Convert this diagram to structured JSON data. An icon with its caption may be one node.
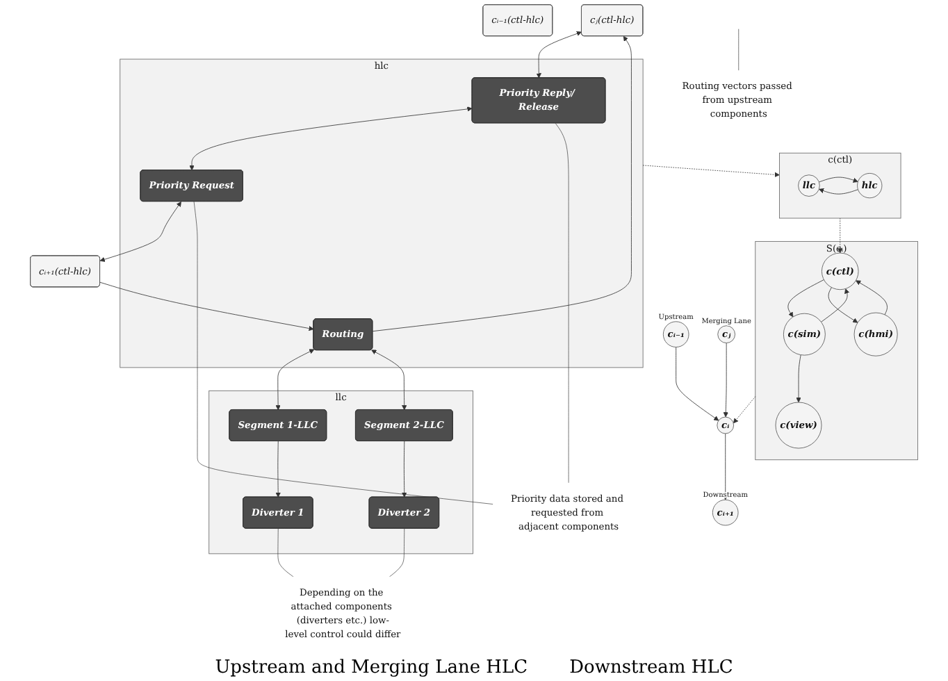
{
  "diagram": {
    "nodes": [
      {
        "text": [
          "c(ctl)"
        ]
      },
      {
        "text": [
          "llc"
        ],
        "in": 0
      },
      {
        "text": [
          "hlc"
        ],
        "in": 0
      },
      {
        "text": [
          "S(cᵢ)"
        ]
      },
      {
        "text": [
          "c(sim)"
        ],
        "in": 3
      },
      {
        "text": [
          "c(ctl)"
        ],
        "in": 3
      },
      {
        "text": [
          "c(view)"
        ],
        "in": 3
      },
      {
        "text": [
          "c(hmi)"
        ],
        "in": 3
      },
      {
        "text": [
          "cᵢ₋₁"
        ],
        "beside": [
          "Upstream"
        ]
      },
      {
        "text": [
          "cᵢ"
        ]
      },
      {
        "text": [
          "cᵢ₊₁"
        ],
        "beside": [
          "Downstream"
        ]
      },
      {
        "text": [
          "cⱼ"
        ],
        "beside": [
          "Merging Lane"
        ]
      },
      {
        "text": [
          "cᵢ₋₁(ctl-hlc)"
        ]
      },
      {
        "text": [
          "cⱼ(ctl-hlc)"
        ]
      },
      {
        "text": [
          "hlc"
        ]
      },
      {
        "text": [
          "llc"
        ]
      },
      {
        "text": [
          "Priority Reply/ Release"
        ],
        "in": 14
      },
      {
        "text": [
          "Priority Request"
        ],
        "in": 14
      },
      {
        "text": [
          "Routing"
        ],
        "in": 14
      },
      {
        "text": [
          "cᵢ₊₁(ctl-hlc)"
        ]
      },
      {
        "text": [
          "Segment 1-LLC"
        ],
        "in": 15
      },
      {
        "text": [
          "Segment 2-LLC"
        ],
        "in": 15
      },
      {
        "text": [
          "Diverter 1"
        ],
        "in": 15
      },
      {
        "text": [
          "Diverter 2"
        ],
        "in": 15
      },
      {
        "text": [
          "Priority data stored and requested from adjacent components"
        ]
      },
      {
        "text": [
          "Routing vectors passed from upstream components"
        ]
      },
      {
        "text": [
          "Depending on the attached components (diverters etc.) low-level control could differ"
        ]
      }
    ],
    "edges": [
      {
        "from": 1,
        "to": 2,
        "arrow": "to"
      },
      {
        "from": 2,
        "to": 1,
        "arrow": "to"
      },
      {
        "from": 0,
        "to": 5,
        "arrow": "to",
        "style": "dashed"
      },
      {
        "from": 4,
        "to": 5,
        "arrow": "to"
      },
      {
        "from": 5,
        "to": 4,
        "arrow": "to"
      },
      {
        "from": 4,
        "to": 6,
        "arrow": "to"
      },
      {
        "from": 7,
        "to": 5,
        "arrow": "to"
      },
      {
        "from": 5,
        "to": 7,
        "arrow": "to"
      },
      {
        "from": 3,
        "to": 9,
        "arrow": "to",
        "style": "dashed"
      },
      {
        "from": 8,
        "to": 9,
        "arrow": "to"
      },
      {
        "from": 9,
        "to": 10,
        "arrow": "to"
      },
      {
        "from": 11,
        "to": 9,
        "arrow": "to"
      },
      {
        "from": 14,
        "to": 0,
        "arrow": "to",
        "style": "dashed"
      },
      {
        "from": 13,
        "to": 16,
        "arrow": "both"
      },
      {
        "from": 16,
        "to": 17,
        "arrow": "both"
      },
      {
        "from": 17,
        "to": 19,
        "arrow": "both"
      },
      {
        "from": 19,
        "to": 18,
        "arrow": "to"
      },
      {
        "from": 18,
        "to": 13,
        "arrow": "to"
      },
      {
        "from": 18,
        "to": 20,
        "arrow": "both"
      },
      {
        "from": 18,
        "to": 21,
        "arrow": "both"
      },
      {
        "from": 20,
        "to": 22,
        "arrow": "to"
      },
      {
        "from": 21,
        "to": 23,
        "arrow": "to"
      },
      {
        "from": 24,
        "to": 16,
        "arrow": "none"
      },
      {
        "from": 24,
        "to": 17,
        "arrow": "none"
      },
      {
        "from": 25,
        "to": null,
        "arrow": "none"
      },
      {
        "from": 26,
        "to": 22,
        "arrow": "none"
      },
      {
        "from": 26,
        "to": 23,
        "arrow": "none"
      }
    ],
    "labels": [
      "Upstream and Merging Lane HLC",
      "Downstream HLC"
    ]
  }
}
